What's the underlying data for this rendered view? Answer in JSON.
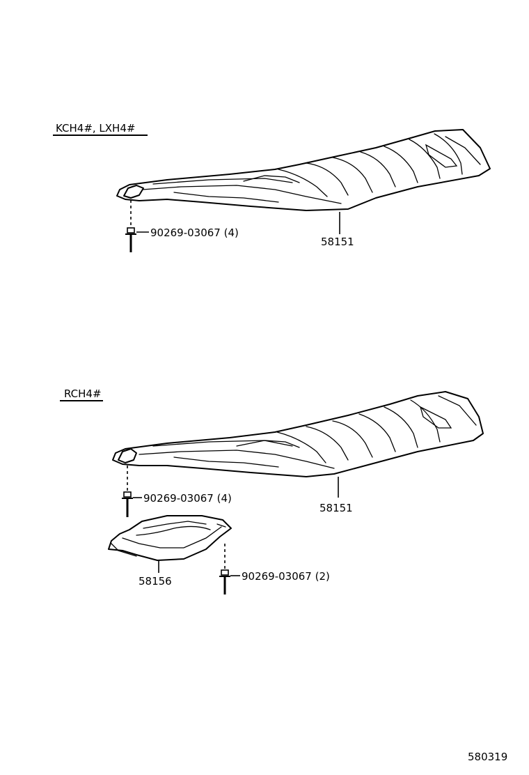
{
  "groups": [
    {
      "label": "KCH4#, LXH4#",
      "shield_part": "58151",
      "bolt_part": "90269-03067 (4)"
    },
    {
      "label": "RCH4#",
      "shield_part": "58151",
      "bolt_part": "90269-03067 (4)",
      "sub_shield_part": "58156",
      "sub_bolt_part": "90269-03067 (2)"
    }
  ],
  "figure_id": "580319"
}
